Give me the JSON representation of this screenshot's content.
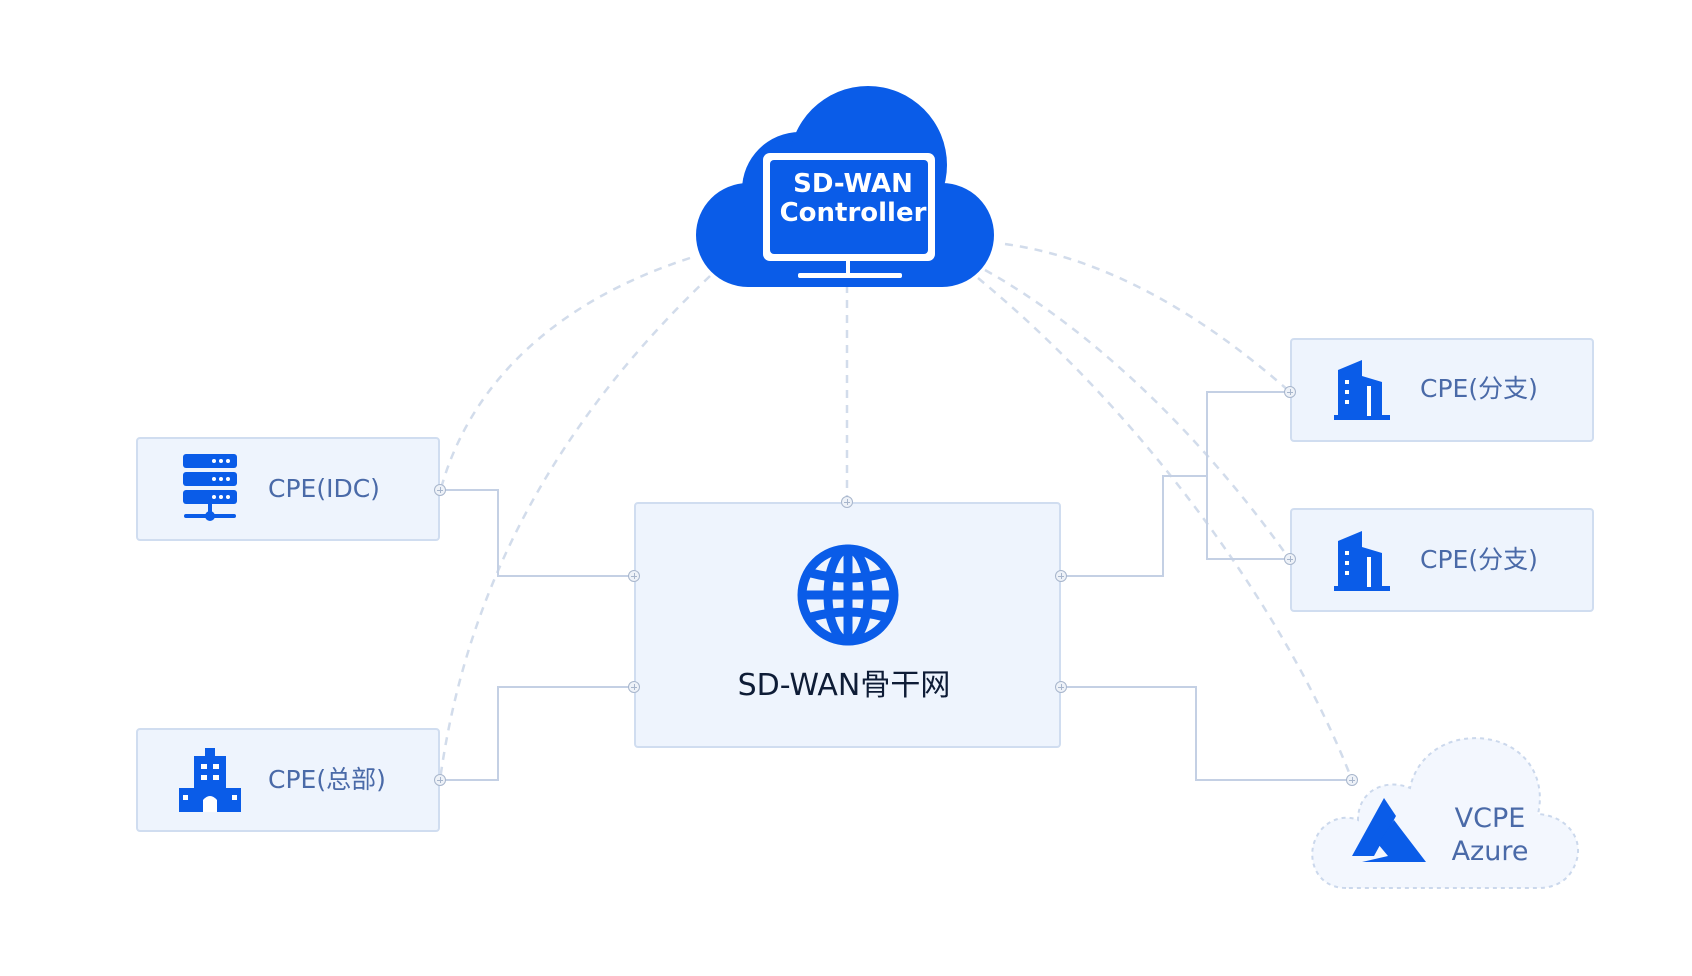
{
  "controller": {
    "line1": "SD-WAN",
    "line2": "Controller",
    "icon": "cloud-monitor-icon"
  },
  "backbone": {
    "label": "SD-WAN骨干网",
    "icon": "globe-icon"
  },
  "nodes": {
    "idc": {
      "label": "CPE(IDC)",
      "icon": "server-rack-icon"
    },
    "hq": {
      "label": "CPE(总部)",
      "icon": "headquarters-building-icon"
    },
    "branch1": {
      "label": "CPE(分支)",
      "icon": "office-building-icon"
    },
    "branch2": {
      "label": "CPE(分支)",
      "icon": "office-building-icon"
    },
    "vcpe": {
      "line1": "VCPE",
      "line2": "Azure",
      "icon": "azure-logo-icon"
    }
  },
  "colors": {
    "accent": "#0a5ce8",
    "node_bg": "#eef4fd",
    "node_border": "#d0ddf0",
    "line": "#c4d0e4",
    "dashed": "#d2dceb",
    "text": "#4a6aa8"
  }
}
